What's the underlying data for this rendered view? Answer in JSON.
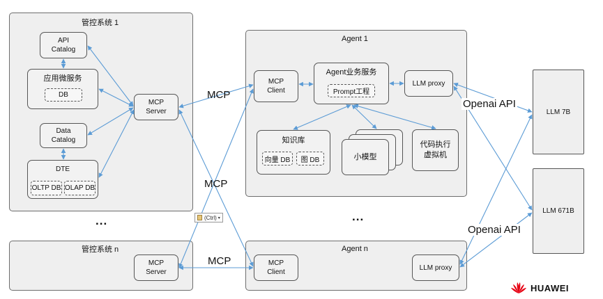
{
  "groups": {
    "mgmt1": "管控系统 1",
    "mgmtn": "管控系统 n",
    "agent1": "Agent 1",
    "agentn": "Agent n"
  },
  "mgmt1": {
    "api_catalog": "API\nCatalog",
    "app_service": "应用微服务",
    "db": "DB",
    "data_catalog": "Data\nCatalog",
    "dte": "DTE",
    "oltp_db": "OLTP DB",
    "olap_db": "OLAP DB",
    "mcp_server": "MCP\nServer"
  },
  "mgmtn": {
    "mcp_server": "MCP\nServer"
  },
  "agent1": {
    "mcp_client": "MCP\nClient",
    "service": "Agent业务服务",
    "prompt": "Prompt工程",
    "llm_proxy": "LLM proxy",
    "knowledge": "知识库",
    "vector_db": "向量 DB",
    "graph_db": "图 DB",
    "small_model": "小模型",
    "code_vm": "代码执行\n虚拟机"
  },
  "agentn": {
    "mcp_client": "MCP\nClient",
    "llm_proxy": "LLM proxy"
  },
  "llms": {
    "llm7b": "LLM 7B",
    "llm671b": "LLM 671B"
  },
  "labels": {
    "mcp_top": "MCP",
    "mcp_mid": "MCP",
    "mcp_bottom": "MCP",
    "openai_top": "Openai API",
    "openai_bottom": "Openai API",
    "dots_left": "...",
    "dots_right": "...",
    "paste": "(Ctrl)"
  },
  "brand": {
    "logo_text": "HUAWEI",
    "logo_color": "#e60012"
  },
  "colors": {
    "arrow": "#5b9bd5"
  }
}
